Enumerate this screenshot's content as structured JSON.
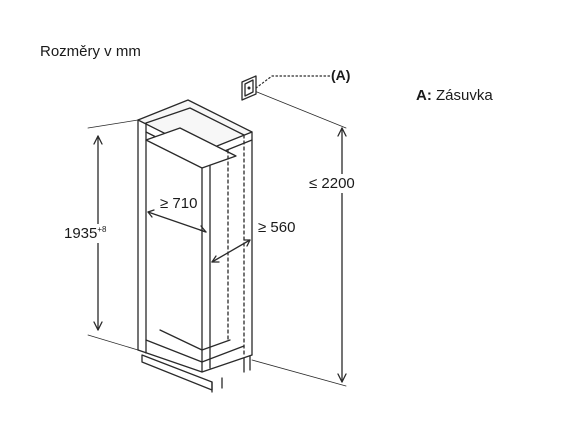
{
  "header": {
    "title": "Rozměry v mm"
  },
  "callout": {
    "marker": "(A)"
  },
  "legend": {
    "key": "A:",
    "value": "Zásuvka"
  },
  "dimensions": {
    "inner_width": "≥ 710",
    "depth": "≥ 560",
    "niche_height": "1935",
    "niche_height_tolerance": "+8",
    "total_height": "≤ 2200"
  }
}
